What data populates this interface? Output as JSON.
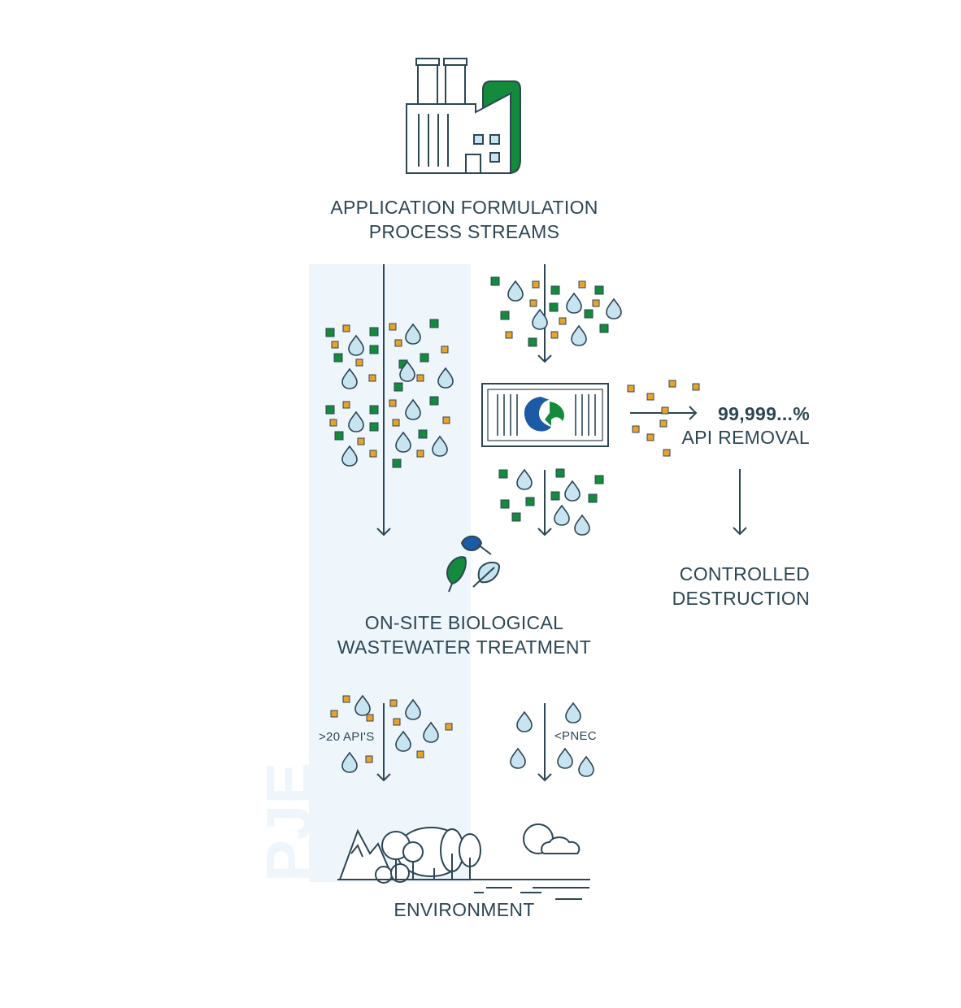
{
  "labels": {
    "top": [
      "APPLICATION FORMULATION",
      "PROCESS STREAMS"
    ],
    "removal_value": "99,999...%",
    "removal_label": "API REMOVAL",
    "destruction": [
      "CONTROLLED",
      "DESTRUCTION"
    ],
    "treatment": [
      "ON-SITE BIOLOGICAL",
      "WASTEWATER TREATMENT"
    ],
    "apis_count": ">20 API'S",
    "pnec": "<PNEC",
    "environment": "ENVIRONMENT"
  },
  "watermark": "PJE",
  "icons": [
    "factory-icon",
    "filter-unit-icon",
    "leaves-icon",
    "landscape-icon",
    "cloud-icon",
    "droplet-icon",
    "particle-icon"
  ],
  "colors": {
    "stroke": "#2c4654",
    "droplet": "#c7e4f0",
    "green": "#138a3c",
    "orange": "#e9a32c",
    "blue": "#1c5aa6",
    "band": "#eef6fb"
  }
}
